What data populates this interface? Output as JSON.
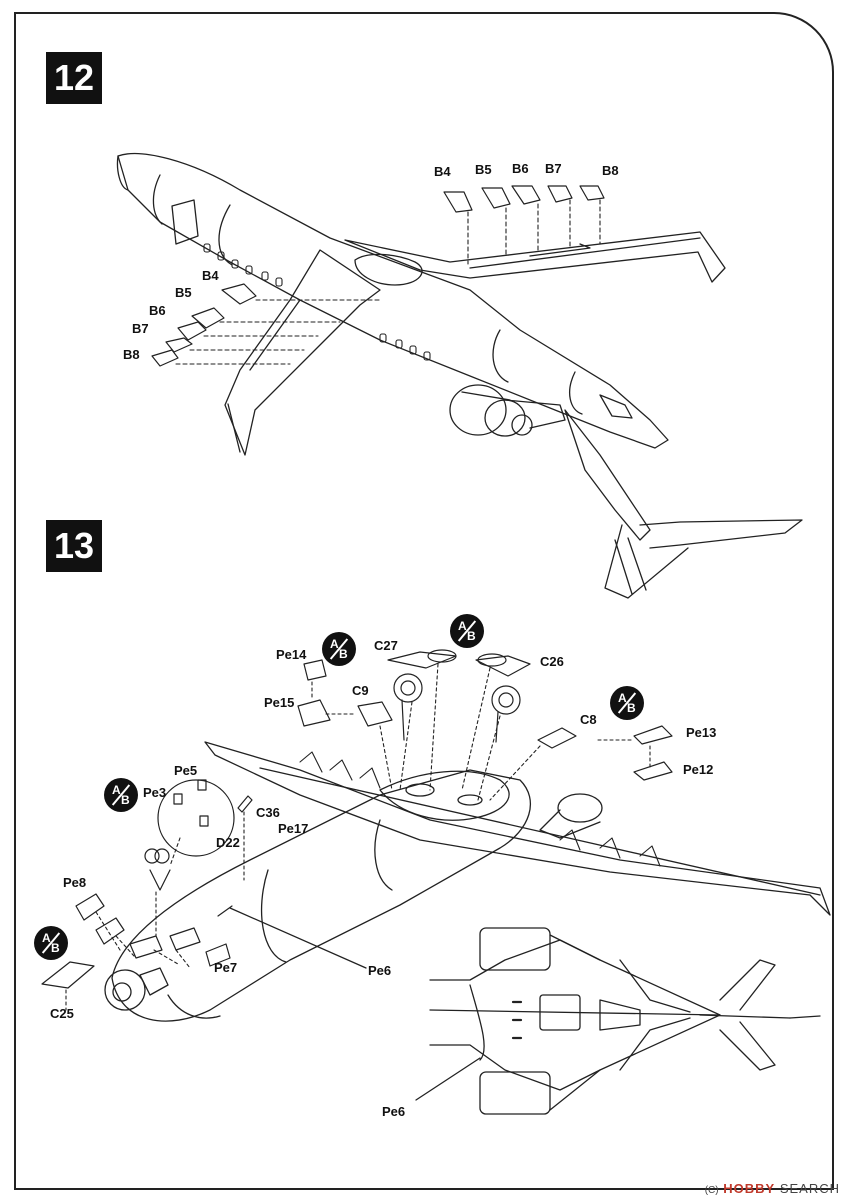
{
  "steps": {
    "step12": "12",
    "step13": "13"
  },
  "step12_labels": {
    "b4_top": "B4",
    "b5_top": "B5",
    "b6_top": "B6",
    "b7_top": "B7",
    "b8_top": "B8",
    "b4_left": "B4",
    "b5_left": "B5",
    "b6_left": "B6",
    "b7_left": "B7",
    "b8_left": "B8"
  },
  "step13_labels": {
    "pe14": "Pe14",
    "pe15": "Pe15",
    "c9": "C9",
    "c27": "C27",
    "c26": "C26",
    "c8": "C8",
    "pe13": "Pe13",
    "pe12": "Pe12",
    "pe5": "Pe5",
    "pe3": "Pe3",
    "c36": "C36",
    "pe17": "Pe17",
    "d22": "D22",
    "pe8": "Pe8",
    "pe7": "Pe7",
    "pe6_nose": "Pe6",
    "c25": "C25",
    "pe6_belly": "Pe6"
  },
  "ab_badge": {
    "a": "A",
    "b": "B"
  },
  "watermark": {
    "brand": "HOBBY",
    "brand2": "SEARCH",
    "copyright": "(C)"
  }
}
